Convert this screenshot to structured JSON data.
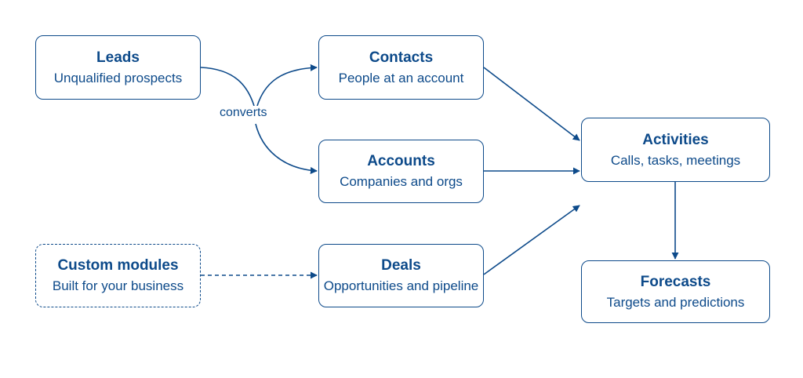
{
  "colors": {
    "stroke": "#0d4a8a",
    "text": "#0d4a8a",
    "background": "#ffffff"
  },
  "nodes": {
    "leads": {
      "title": "Leads",
      "subtitle": "Unqualified prospects"
    },
    "contacts": {
      "title": "Contacts",
      "subtitle": "People at an account"
    },
    "accounts": {
      "title": "Accounts",
      "subtitle": "Companies and orgs"
    },
    "deals": {
      "title": "Deals",
      "subtitle": "Opportunities and pipeline"
    },
    "custom": {
      "title": "Custom modules",
      "subtitle": "Built for your business"
    },
    "activities": {
      "title": "Activities",
      "subtitle": "Calls, tasks, meetings"
    },
    "forecasts": {
      "title": "Forecasts",
      "subtitle": "Targets and predictions"
    }
  },
  "edges": [
    {
      "from": "leads",
      "to": "contacts",
      "label": "converts",
      "style": "solid"
    },
    {
      "from": "leads",
      "to": "accounts",
      "label": "converts",
      "style": "solid"
    },
    {
      "from": "contacts",
      "to": "activities",
      "style": "solid"
    },
    {
      "from": "accounts",
      "to": "activities",
      "style": "solid"
    },
    {
      "from": "deals",
      "to": "activities",
      "style": "solid"
    },
    {
      "from": "activities",
      "to": "forecasts",
      "style": "solid"
    },
    {
      "from": "custom",
      "to": "deals",
      "style": "dashed"
    }
  ],
  "edge_label": "converts"
}
